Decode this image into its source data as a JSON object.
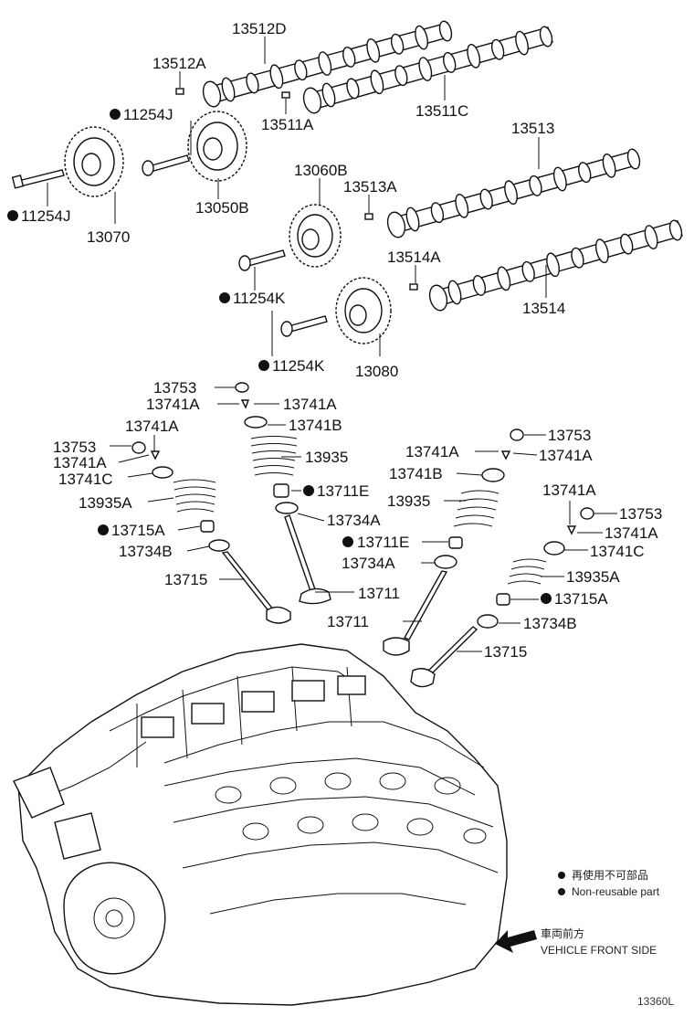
{
  "labels": {
    "camshaft_13512D": "13512D",
    "pin_13512A": "13512A",
    "bolt_11254J_top": "11254J",
    "pin_13511A": "13511A",
    "camshaft_13511C": "13511C",
    "camshaft_13513": "13513",
    "gear_13060B": "13060B",
    "pin_13513A": "13513A",
    "bolt_11254J_left": "11254J",
    "gear_13070": "13070",
    "gear_13050B": "13050B",
    "pin_13514A": "13514A",
    "camshaft_13514": "13514",
    "bolt_11254K_a": "11254K",
    "bolt_11254K_b": "11254K",
    "gear_13080": "13080",
    "lifter_13753_a": "13753",
    "key_13741A_a": "13741A",
    "key_13741A_b": "13741A",
    "retainer_13741B_a": "13741B",
    "key_13741A_c": "13741A",
    "lifter_13753_b": "13753",
    "key_13741A_d": "13741A",
    "retainer_13741C_a": "13741C",
    "spring_13935_a": "13935",
    "spring_13935A_a": "13935A",
    "seal_13711E_a": "13711E",
    "seat_13734A_a": "13734A",
    "seal_13715A_a": "13715A",
    "seat_13734B_a": "13734B",
    "valve_13715_a": "13715",
    "valve_13711_a": "13711",
    "lifter_13753_c": "13753",
    "key_13741A_e": "13741A",
    "key_13741A_f": "13741A",
    "retainer_13741B_b": "13741B",
    "spring_13935_b": "13935",
    "seal_13711E_b": "13711E",
    "seat_13734A_b": "13734A",
    "valve_13711_b": "13711",
    "key_13741A_g": "13741A",
    "lifter_13753_d": "13753",
    "key_13741A_h": "13741A",
    "retainer_13741C_b": "13741C",
    "spring_13935A_b": "13935A",
    "seal_13715A_b": "13715A",
    "seat_13734B_b": "13734B",
    "valve_13715_b": "13715"
  },
  "legend": {
    "jp": "再使用不可部品",
    "en": "Non-reusable part"
  },
  "direction": {
    "jp": "車両前方",
    "en": "VEHICLE FRONT SIDE"
  },
  "figure_id": "13360L"
}
